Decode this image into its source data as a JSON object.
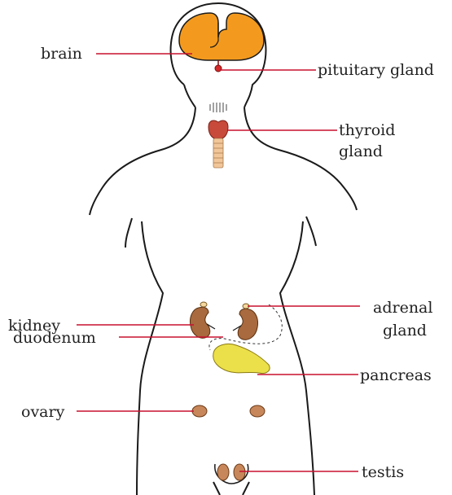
{
  "labels": {
    "brain": "brain",
    "pituitary": "pituitary gland",
    "thyroid_line1": "thyroid",
    "thyroid_line2": "gland",
    "kidney": "kidney",
    "adrenal_line1": "adrenal",
    "adrenal_line2": "gland",
    "duodenum": "duodenum",
    "pancreas": "pancreas",
    "ovary": "ovary",
    "testis": "testis"
  },
  "colors": {
    "outline": "#1a1a1a",
    "leader_line": "#c8102e",
    "brain": "#f39a1e",
    "pituitary": "#d42a2a",
    "thyroid": "#c84a3a",
    "trachea": "#f1c79a",
    "kidney": "#a86a3e",
    "adrenal": "#f5d8a0",
    "pancreas": "#ece04a",
    "ovary": "#c8875a",
    "testis": "#c8875a"
  },
  "icons": {
    "brain": "brain-organ",
    "pituitary": "pituitary-gland-dot",
    "thyroid": "butterfly-thyroid",
    "kidney": "kidney-bean",
    "pancreas": "pancreas-organ",
    "ovary": "ovary-oval",
    "testis": "testis-oval"
  }
}
